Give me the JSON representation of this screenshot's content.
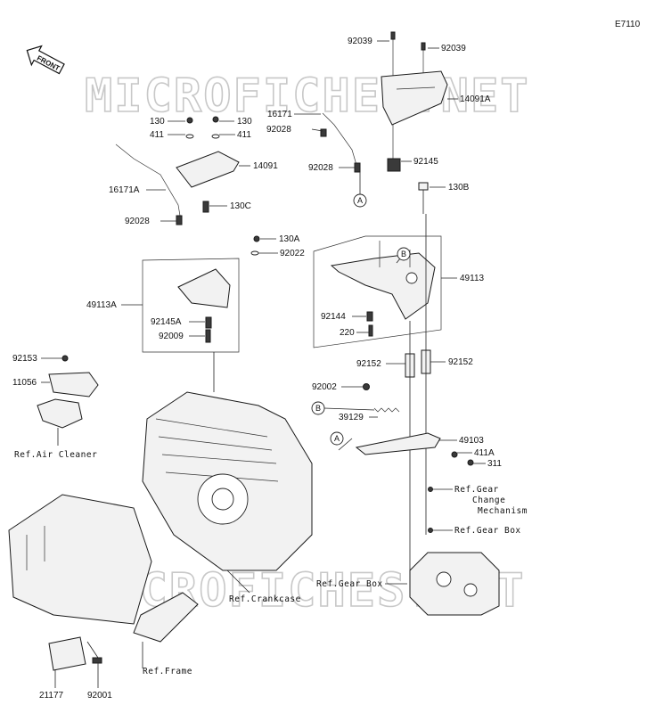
{
  "diagram_code": "E7110",
  "front_label": "FRONT",
  "watermark": "MICROFICHES.NET",
  "markers": {
    "a": "A",
    "b": "B"
  },
  "labels": {
    "p92039_l": "92039",
    "p92039_r": "92039",
    "p14091A": "14091A",
    "p16171": "16171",
    "p92028_a": "92028",
    "p92028_b": "92028",
    "p92028_c": "92028",
    "p92145": "92145",
    "p130_l": "130",
    "p130_r": "130",
    "p411_l": "411",
    "p411_r": "411",
    "p14091": "14091",
    "p16171A": "16171A",
    "p130C": "130C",
    "p130B": "130B",
    "p130A": "130A",
    "p92022": "92022",
    "p49113A": "49113A",
    "p49113": "49113",
    "p92145A": "92145A",
    "p92009": "92009",
    "p92144": "92144",
    "p220": "220",
    "p92153": "92153",
    "p11056": "11056",
    "p92152_l": "92152",
    "p92152_r": "92152",
    "p92002": "92002",
    "p39129": "39129",
    "p49103": "49103",
    "p411A": "411A",
    "p311": "311",
    "p21177": "21177",
    "p92001": "92001"
  },
  "references": {
    "air_cleaner": "Ref.Air Cleaner",
    "gear_change_1": "Ref.Gear",
    "gear_change_2": "Change",
    "gear_change_3": "Mechanism",
    "gear_box_1": "Ref.Gear Box",
    "gear_box_2": "Ref.Gear Box",
    "crankcase": "Ref.Crankcase",
    "frame": "Ref.Frame"
  }
}
